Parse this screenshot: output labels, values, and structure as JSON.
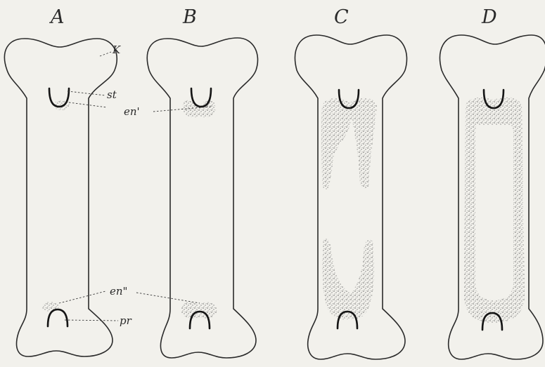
{
  "figure": {
    "panels": [
      {
        "id": "A",
        "label": "A"
      },
      {
        "id": "B",
        "label": "B"
      },
      {
        "id": "C",
        "label": "C"
      },
      {
        "id": "D",
        "label": "D"
      }
    ],
    "annotations": {
      "k": "K",
      "st": "st",
      "en_upper": "en'",
      "en_lower": "en\"",
      "pr": "pr"
    },
    "colors": {
      "ink": "#2a2a2a",
      "stipple": "#5a5a5a",
      "paper": "#f2f1ec"
    }
  }
}
